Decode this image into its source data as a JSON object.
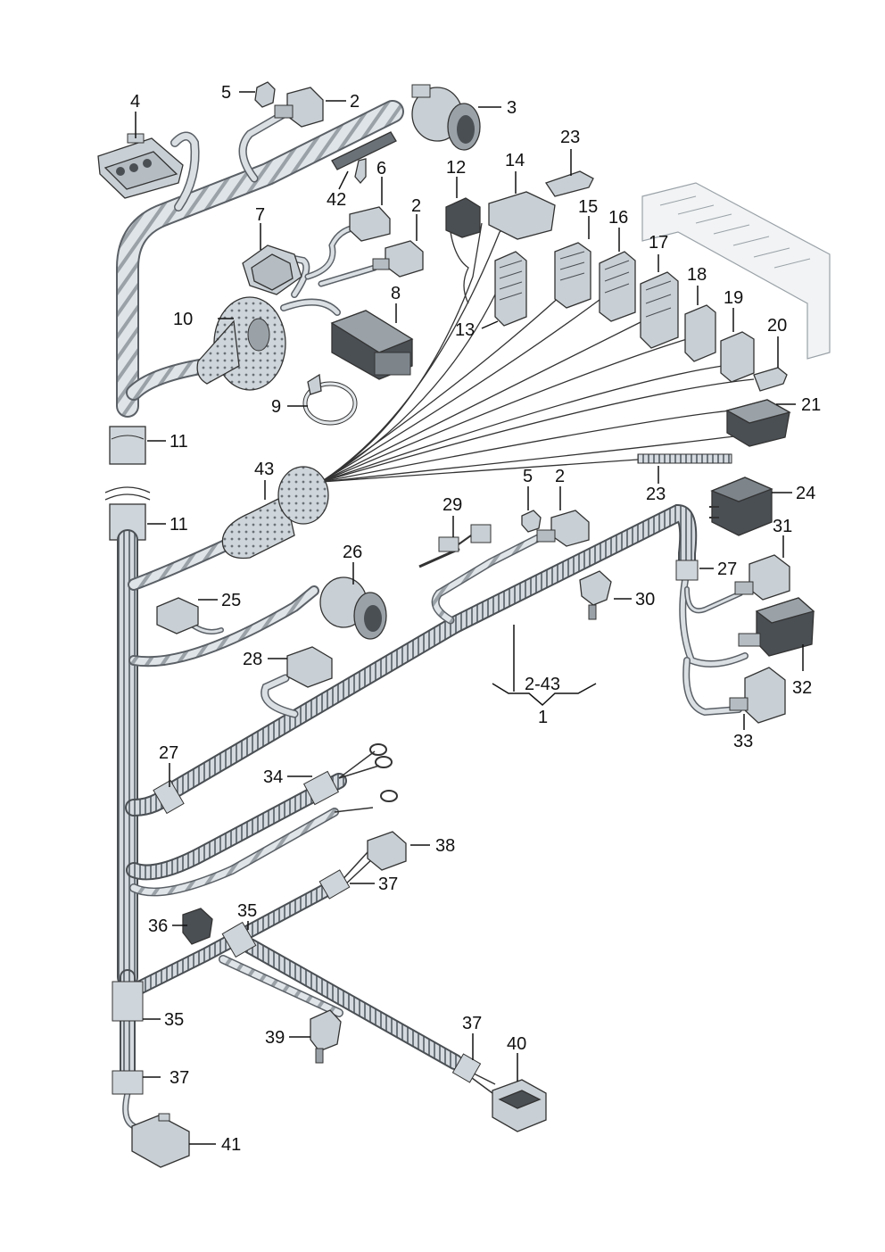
{
  "diagram": {
    "callouts": [
      {
        "id": "c4",
        "text": "4"
      },
      {
        "id": "c5a",
        "text": "5"
      },
      {
        "id": "c2a",
        "text": "2"
      },
      {
        "id": "c3",
        "text": "3"
      },
      {
        "id": "c23a",
        "text": "23"
      },
      {
        "id": "c12",
        "text": "12"
      },
      {
        "id": "c14",
        "text": "14"
      },
      {
        "id": "c6",
        "text": "6"
      },
      {
        "id": "c42",
        "text": "42"
      },
      {
        "id": "c2b",
        "text": "2"
      },
      {
        "id": "c7",
        "text": "7"
      },
      {
        "id": "c15",
        "text": "15"
      },
      {
        "id": "c16",
        "text": "16"
      },
      {
        "id": "c17",
        "text": "17"
      },
      {
        "id": "c18",
        "text": "18"
      },
      {
        "id": "c19",
        "text": "19"
      },
      {
        "id": "c20",
        "text": "20"
      },
      {
        "id": "c21",
        "text": "21"
      },
      {
        "id": "c8",
        "text": "8"
      },
      {
        "id": "c10",
        "text": "10"
      },
      {
        "id": "c13",
        "text": "13"
      },
      {
        "id": "c9",
        "text": "9"
      },
      {
        "id": "c11a",
        "text": "11"
      },
      {
        "id": "c43",
        "text": "43"
      },
      {
        "id": "c5b",
        "text": "5"
      },
      {
        "id": "c2c",
        "text": "2"
      },
      {
        "id": "c23b",
        "text": "23"
      },
      {
        "id": "c24",
        "text": "24"
      },
      {
        "id": "c11b",
        "text": "11"
      },
      {
        "id": "c29",
        "text": "29"
      },
      {
        "id": "c31",
        "text": "31"
      },
      {
        "id": "c26",
        "text": "26"
      },
      {
        "id": "c27a",
        "text": "27"
      },
      {
        "id": "c25",
        "text": "25"
      },
      {
        "id": "c30",
        "text": "30"
      },
      {
        "id": "c28",
        "text": "28"
      },
      {
        "id": "c32",
        "text": "32"
      },
      {
        "id": "c2-43",
        "text": "2-43"
      },
      {
        "id": "c1",
        "text": "1"
      },
      {
        "id": "c33",
        "text": "33"
      },
      {
        "id": "c27b",
        "text": "27"
      },
      {
        "id": "c34",
        "text": "34"
      },
      {
        "id": "c38",
        "text": "38"
      },
      {
        "id": "c37a",
        "text": "37"
      },
      {
        "id": "c35a",
        "text": "35"
      },
      {
        "id": "c36",
        "text": "36"
      },
      {
        "id": "c35b",
        "text": "35"
      },
      {
        "id": "c39",
        "text": "39"
      },
      {
        "id": "c37b",
        "text": "37"
      },
      {
        "id": "c40",
        "text": "40"
      },
      {
        "id": "c37c",
        "text": "37"
      },
      {
        "id": "c41",
        "text": "41"
      }
    ]
  },
  "colors": {
    "harness_fill": "#d9dfe3",
    "harness_edge": "#5a6066",
    "tape_stripe": "#9aa2a8",
    "part_fill": "#c9d0d5",
    "part_dark": "#4a4f54",
    "label": "#111111"
  }
}
